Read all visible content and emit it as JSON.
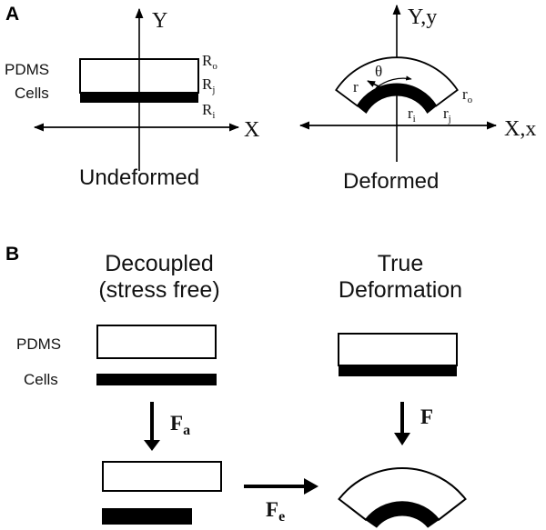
{
  "panel_a": {
    "letter": "A",
    "undeformed": {
      "y_axis": "Y",
      "x_axis": "X",
      "pdms_label": "PDMS",
      "cells_label": "Cells",
      "r_outer": "R",
      "r_outer_sub": "o",
      "r_mid": "R",
      "r_mid_sub": "j",
      "r_inner": "R",
      "r_inner_sub": "i",
      "caption": "Undeformed"
    },
    "deformed": {
      "y_axis": "Y,y",
      "x_axis": "X,x",
      "theta": "θ",
      "r": "r",
      "r_outer": "r",
      "r_outer_sub": "o",
      "r_inner": "r",
      "r_inner_sub": "i",
      "r_mid": "r",
      "r_mid_sub": "j",
      "caption": "Deformed"
    }
  },
  "panel_b": {
    "letter": "B",
    "left_title_line1": "Decoupled",
    "left_title_line2": "(stress free)",
    "right_title_line1": "True",
    "right_title_line2": "Deformation",
    "pdms_label": "PDMS",
    "cells_label": "Cells",
    "fa_main": "F",
    "fa_sub": "a",
    "f_main": "F",
    "fe_main": "F",
    "fe_sub": "e"
  }
}
